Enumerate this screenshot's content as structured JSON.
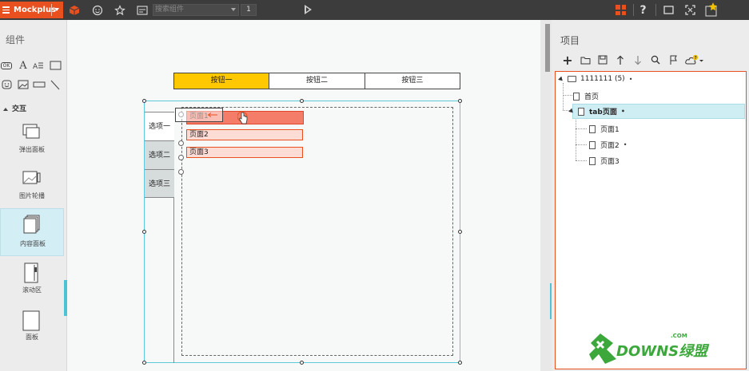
{
  "topbar": {
    "brand": "Mockplus",
    "search_placeholder": "搜索组件",
    "page_number": "1"
  },
  "left": {
    "title": "组件",
    "section": "交互",
    "widgets": [
      {
        "label": "弹出面板"
      },
      {
        "label": "图片轮播"
      },
      {
        "label": "内容面板"
      },
      {
        "label": "滚动区"
      },
      {
        "label": "面板"
      }
    ]
  },
  "canvas": {
    "buttons": [
      "按钮一",
      "按钮二",
      "按钮三"
    ],
    "tabs": [
      "选项一",
      "选项二",
      "选项三"
    ],
    "pages": [
      "页面1",
      "页面2",
      "页面3"
    ]
  },
  "right": {
    "title": "项目",
    "tree": {
      "root": "1111111 (5)",
      "home": "首页",
      "group": "tab页面",
      "children": [
        "页面1",
        "页面2",
        "页面3"
      ]
    }
  },
  "watermark": {
    "brand": "DOWNS绿盟",
    "com": ".COM"
  },
  "colors": {
    "accent": "#e8501f",
    "yellow": "#ffc800",
    "teal": "#4fc3d6",
    "watermark_green": "#3ca83c"
  }
}
